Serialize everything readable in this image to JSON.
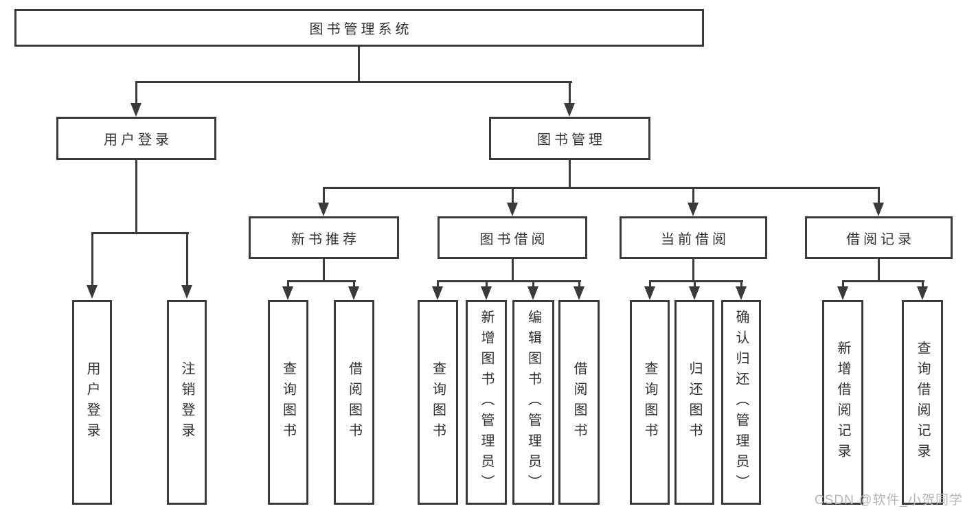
{
  "diagram": {
    "root": {
      "label": "图书管理系统"
    },
    "branches": [
      {
        "label": "用户登录",
        "children": [
          {
            "label": "用户登录"
          },
          {
            "label": "注销登录"
          }
        ]
      },
      {
        "label": "图书管理",
        "children": [
          {
            "label": "新书推荐",
            "children": [
              {
                "label": "查询图书"
              },
              {
                "label": "借阅图书"
              }
            ]
          },
          {
            "label": "图书借阅",
            "children": [
              {
                "label": "查询图书"
              },
              {
                "label": "新增图书（管理员）"
              },
              {
                "label": "编辑图书（管理员）"
              },
              {
                "label": "借阅图书"
              }
            ]
          },
          {
            "label": "当前借阅",
            "children": [
              {
                "label": "查询图书"
              },
              {
                "label": "归还图书"
              },
              {
                "label": "确认归还（管理员）"
              }
            ]
          },
          {
            "label": "借阅记录",
            "children": [
              {
                "label": "新增借阅记录"
              },
              {
                "label": "查询借阅记录"
              }
            ]
          }
        ]
      }
    ]
  },
  "watermark": {
    "text": "CSDN @软件_小贺同学"
  },
  "colors": {
    "line": "#3a3a3a",
    "text": "#303030",
    "background": "#ffffff",
    "watermark": "#b6b6b6"
  }
}
